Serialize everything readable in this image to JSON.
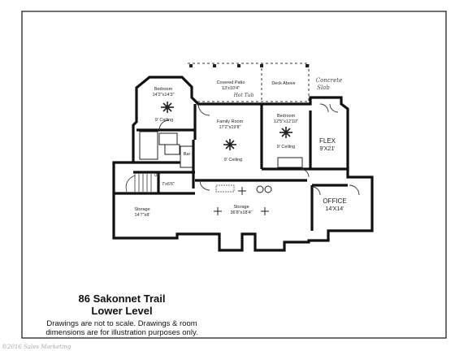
{
  "rooms": {
    "bedroom_left": {
      "name": "Bedroom",
      "size": "14'2\"x14'3\"",
      "ceiling": "9' Ceiling"
    },
    "covered_patio": {
      "name": "Covered Patio",
      "size": "13'x10'4\"",
      "note": "Hot Tub"
    },
    "deck_above": {
      "name": "Deck Above"
    },
    "concrete_slab": {
      "line1": "Concrete",
      "line2": "Slab"
    },
    "family_room": {
      "name": "Family Room",
      "size": "17'2\"x19'8\"",
      "ceiling": "9' Ceiling"
    },
    "bedroom_right": {
      "name": "Bedroom",
      "size": "12'5\"x12'10\"",
      "ceiling": "9' Ceiling"
    },
    "flex": {
      "name": "FLEX",
      "size": "9'X21'"
    },
    "bar": {
      "name": "Bar"
    },
    "stair": {
      "label": "Up",
      "size": "7'x6'6\""
    },
    "storage_left": {
      "name": "Storage",
      "size": "14'7\"x8'"
    },
    "storage_main": {
      "name": "Storage",
      "size": "36'8\"x18'4\""
    },
    "office": {
      "name": "OFFICE",
      "size": "14'X14'"
    }
  },
  "caption": {
    "title1": "86 Sakonnet Trail",
    "title2": "Lower Level",
    "note1": "Drawings are not to scale. Drawings & room",
    "note2": "dimensions are for illustration purposes only."
  },
  "watermark": "©2016 Sales Marketing"
}
